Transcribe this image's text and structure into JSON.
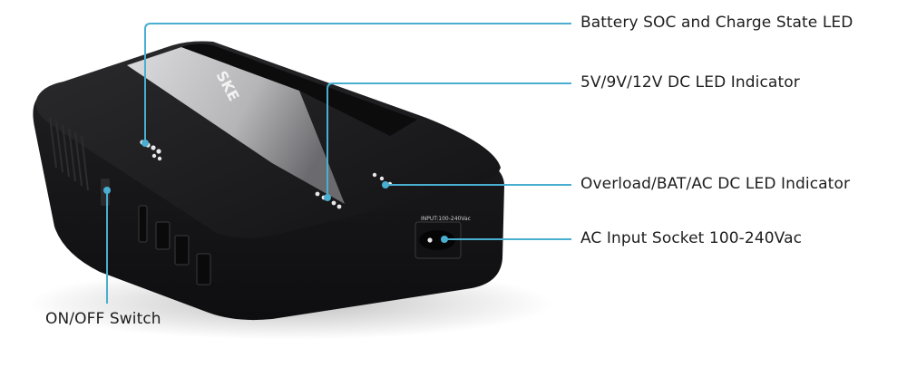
{
  "colors": {
    "callout_line": "#4aaed0",
    "device_body": "#1b1b1d",
    "text": "#1e1e1e",
    "background": "#ffffff"
  },
  "device": {
    "brand_logo": "SKE",
    "socket_label": "INPUT:100-240Vac"
  },
  "callouts": [
    {
      "id": "battery-soc",
      "text": "Battery SOC and Charge State LED"
    },
    {
      "id": "dc-led",
      "text": "5V/9V/12V DC LED Indicator"
    },
    {
      "id": "overload-led",
      "text": "Overload/BAT/AC DC LED Indicator"
    },
    {
      "id": "ac-input",
      "text": "AC Input Socket 100-240Vac"
    },
    {
      "id": "power-switch",
      "text": "ON/OFF Switch"
    }
  ]
}
